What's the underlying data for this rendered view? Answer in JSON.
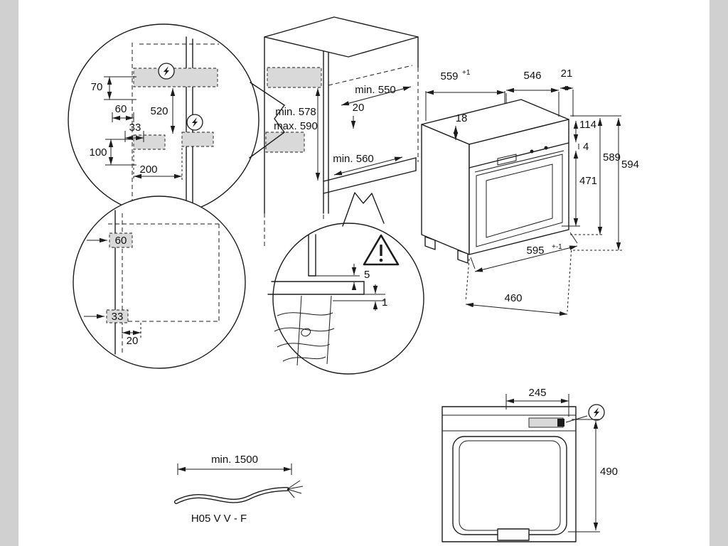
{
  "colors": {
    "shade": "#d9d9d9",
    "edge_bar": "#d0d0d0",
    "ink": "#1c1c1c",
    "background": "#ffffff"
  },
  "wall_detail": {
    "d70": "70",
    "d60": "60",
    "d520": "520",
    "d33": "33",
    "d100": "100",
    "d200": "200"
  },
  "cabinet": {
    "min_width": "min. 550",
    "top_offset": "20",
    "min_height": "min. 578",
    "max_height": "max. 590",
    "min_depth": "min. 560"
  },
  "oven": {
    "width": "559",
    "width_tol": "+1",
    "depth": "546",
    "overhang": "21",
    "top_gap": "18",
    "panel_height": "114",
    "gap": "4",
    "door_height": "471",
    "body_height": "589",
    "total_height": "594",
    "front_width": "595",
    "front_width_tol": "+-1",
    "bottom_depth": "460"
  },
  "front_detail": {
    "d60": "60",
    "d33": "33",
    "d20": "20"
  },
  "bottom_detail": {
    "d5": "5",
    "d1": "1"
  },
  "cable": {
    "length": "min. 1500",
    "type": "H05 V V - F"
  },
  "top_view": {
    "terminal_offset": "245",
    "depth": "490"
  }
}
